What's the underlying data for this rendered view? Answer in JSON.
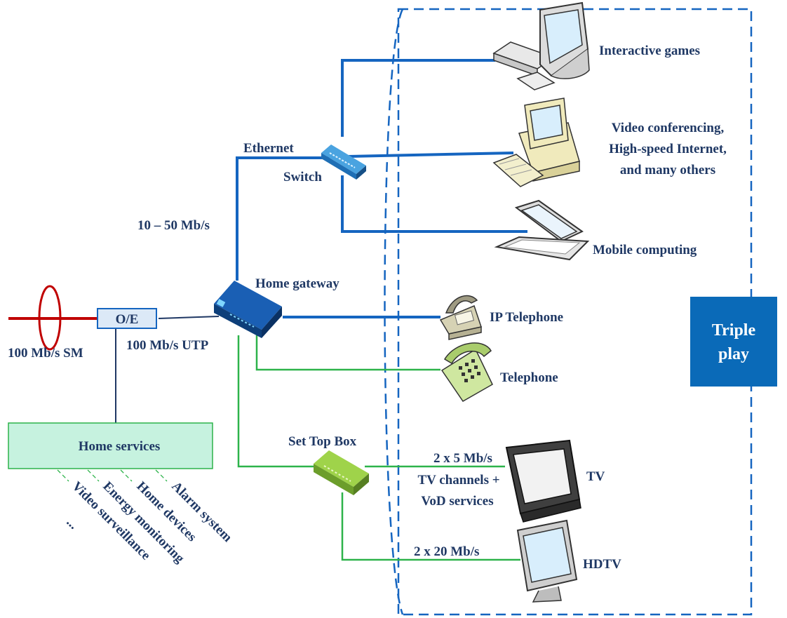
{
  "labels": {
    "interactive_games": "Interactive games",
    "video_conf_1": "Video conferencing,",
    "video_conf_2": "High-speed Internet,",
    "video_conf_3": "and many others",
    "mobile_computing": "Mobile computing",
    "ethernet": "Ethernet",
    "switch": "Switch",
    "speed_eth": "10 – 50 Mb/s",
    "home_gateway": "Home gateway",
    "ip_telephone": "IP Telephone",
    "telephone": "Telephone",
    "oe": "O/E",
    "sm": "100 Mb/s SM",
    "utp": "100 Mb/s UTP",
    "home_services": "Home services",
    "svc_alarm": "Alarm system",
    "svc_devices": "Home devices",
    "svc_energy": "Energy monitoring",
    "svc_video": "Video surveillance",
    "svc_more": "...",
    "set_top_box": "Set Top Box",
    "tv_rate_1": "2 x 5 Mb/s",
    "tv_rate_2": "TV channels +",
    "tv_rate_3": "VoD services",
    "tv": "TV",
    "hdtv_rate": "2 x 20 Mb/s",
    "hdtv": "HDTV",
    "triple_1": "Triple",
    "triple_2": "play"
  },
  "colors": {
    "ethernet_line": "#1565c0",
    "dark_line": "#1f3864",
    "green_line": "#2db34a",
    "fiber_red": "#c00000",
    "dashed_border": "#1565c0",
    "triple_play_fill": "#0a6ab8",
    "home_services_fill": "#c6f2df",
    "label_text": "#1f3864"
  }
}
